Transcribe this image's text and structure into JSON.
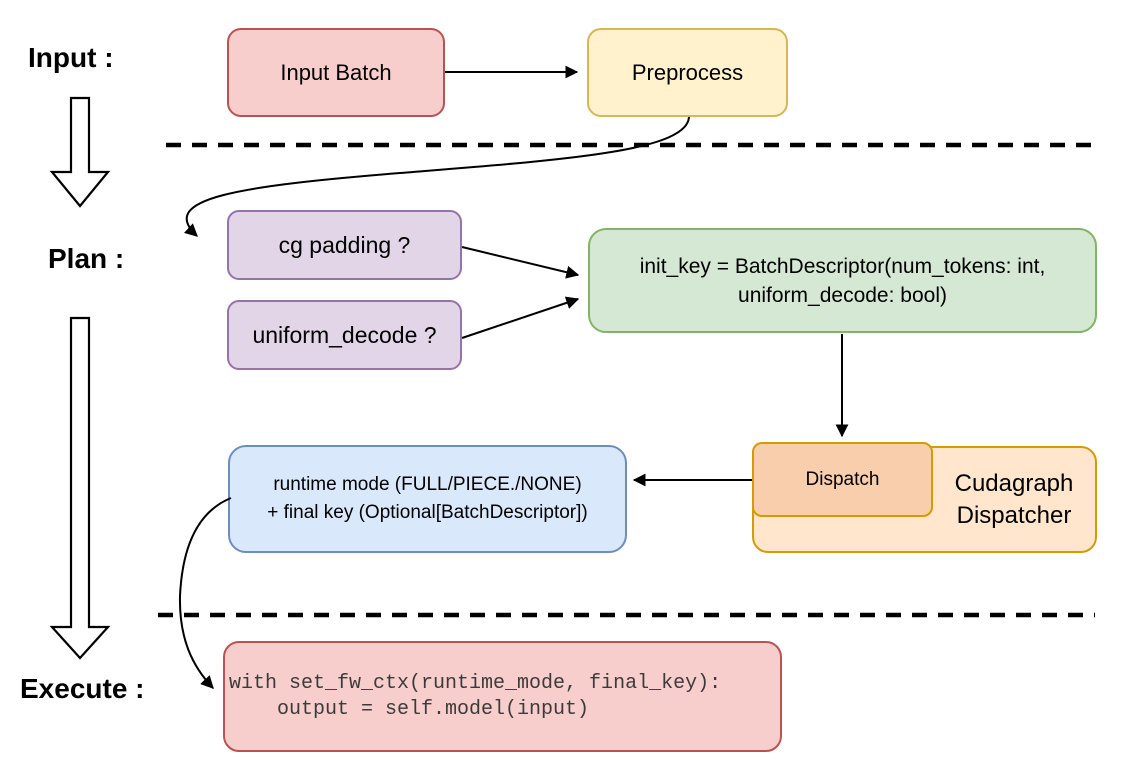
{
  "sections": {
    "input_label": "Input :",
    "plan_label": "Plan :",
    "execute_label": "Execute :"
  },
  "nodes": {
    "input_batch": "Input Batch",
    "preprocess": "Preprocess",
    "cg_padding": "cg padding ?",
    "uniform_decode": "uniform_decode ?",
    "init_key_line1": "init_key = BatchDescriptor(num_tokens: int,",
    "init_key_line2": "uniform_decode: bool)",
    "dispatch": "Dispatch",
    "dispatcher_line1": "Cudagraph",
    "dispatcher_line2": "Dispatcher",
    "runtime_line1": "runtime mode (FULL/PIECE./NONE)",
    "runtime_line2": "+ final key (Optional[BatchDescriptor])",
    "code_line1": "with set_fw_ctx(runtime_mode, final_key):",
    "code_line2": "    output = self.model(input)"
  },
  "icons": {
    "input_to_plan_arrow": "hollow-down-arrow",
    "plan_to_execute_arrow": "hollow-down-arrow"
  },
  "colors": {
    "node_red_fill": "#F8CECC",
    "node_red_border": "#B85450",
    "node_yellow_fill": "#FFF2CC",
    "node_yellow_border": "#D6B656",
    "node_purple_fill": "#E1D5E7",
    "node_purple_border": "#9673A6",
    "node_green_fill": "#D5E8D4",
    "node_green_border": "#82B366",
    "node_blue_fill": "#DAE8FC",
    "node_blue_border": "#6C8EBF",
    "node_orange_outer_fill": "#FFE6CC",
    "node_orange_inner_fill": "#F8CEAC",
    "node_orange_border": "#D79B00",
    "arrow_color": "#000000",
    "code_text": "#3B3B3B"
  }
}
